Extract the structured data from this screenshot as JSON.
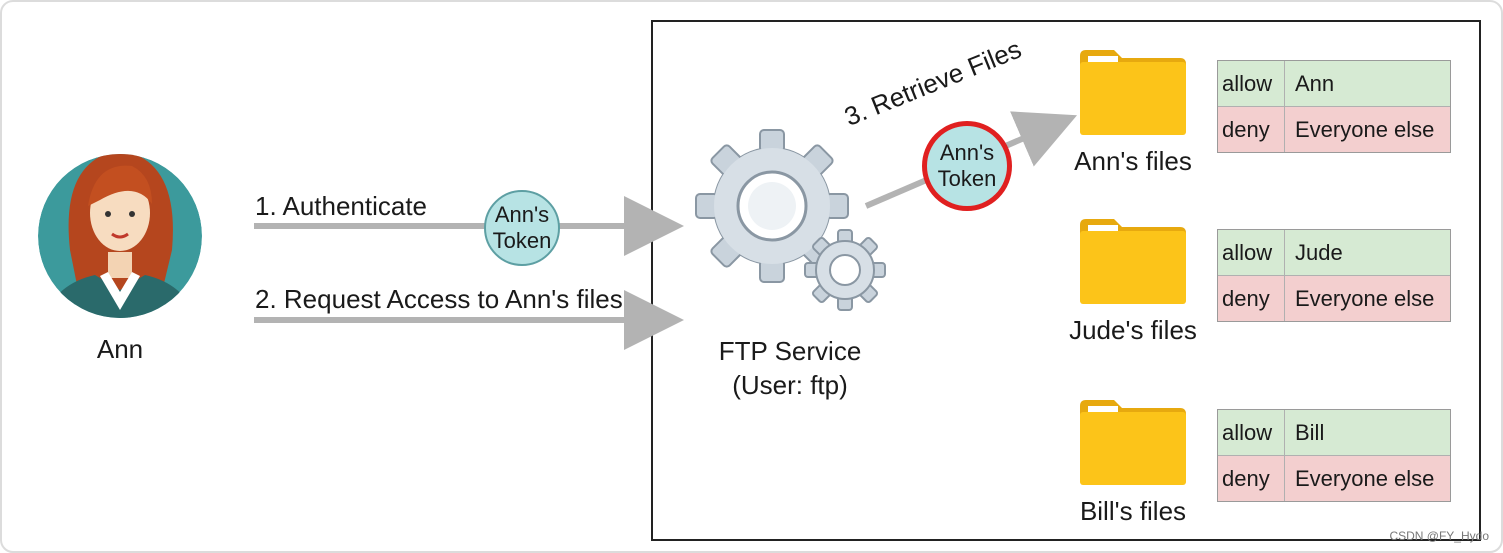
{
  "user": {
    "name": "Ann"
  },
  "arrows": {
    "step1": "1. Authenticate",
    "step2": "2. Request Access to Ann's files",
    "step3": "3. Retrieve Files"
  },
  "token": {
    "line1": "Ann's",
    "line2": "Token"
  },
  "service": {
    "name": "FTP Service",
    "user": "(User: ftp)"
  },
  "folders": [
    {
      "label": "Ann's files",
      "acl": [
        {
          "verb": "allow",
          "who": "Ann"
        },
        {
          "verb": "deny",
          "who": "Everyone else"
        }
      ]
    },
    {
      "label": "Jude's files",
      "acl": [
        {
          "verb": "allow",
          "who": "Jude"
        },
        {
          "verb": "deny",
          "who": "Everyone else"
        }
      ]
    },
    {
      "label": "Bill's files",
      "acl": [
        {
          "verb": "allow",
          "who": "Bill"
        },
        {
          "verb": "deny",
          "who": "Everyone else"
        }
      ]
    }
  ],
  "watermark": "CSDN @FY_Hydo",
  "colors": {
    "arrow": "#b3b3b3",
    "token_fill": "#b7e3e4",
    "highlight": "#e02020",
    "allow": "#d6ead3",
    "deny": "#f3cfcf",
    "folder": "#fcc419",
    "avatar_bg": "#3c9a9c"
  }
}
